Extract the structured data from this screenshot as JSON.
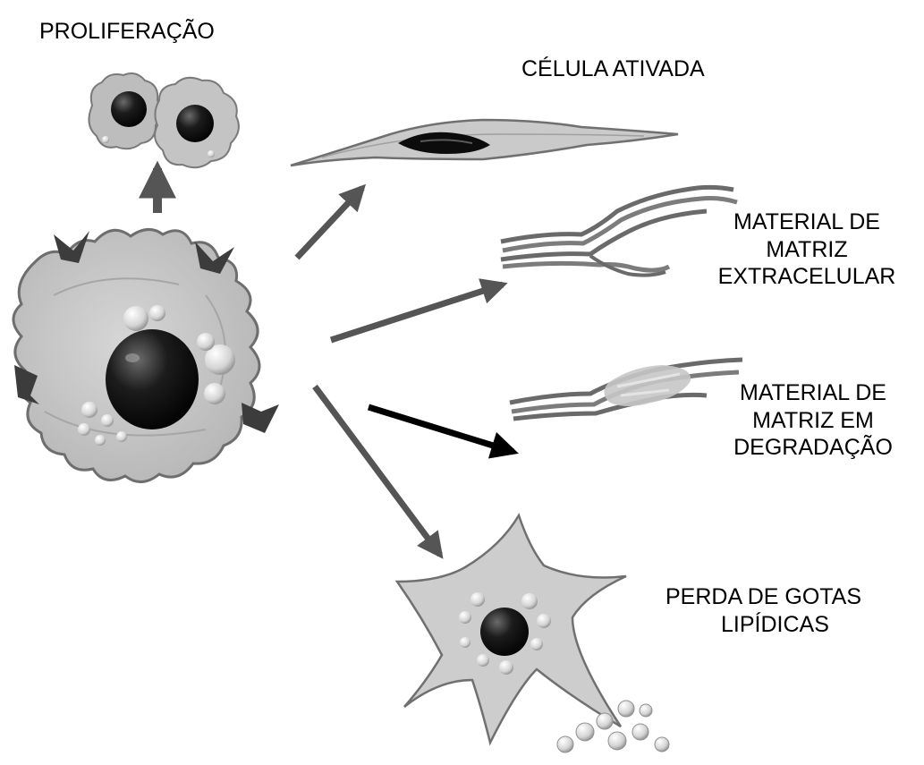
{
  "labels": {
    "proliferation": "PROLIFERAÇÃO",
    "activated_cell": "CÉLULA ATIVADA",
    "ecm_material": [
      "MATERIAL DE",
      "MATRIZ",
      "EXTRACELULAR"
    ],
    "degrading_matrix": [
      "MATERIAL DE",
      "MATRIZ EM",
      "DEGRADAÇÃO"
    ],
    "lipid_loss": [
      "PERDA DE GOTAS",
      "LIPÍDICAS"
    ]
  },
  "colors": {
    "cell_fill": "#c8c8c8",
    "cell_outline": "#6e6e6e",
    "nucleus": "#101010",
    "arrow_gray": "#555555",
    "arrow_black": "#000000",
    "fiber": "#707070",
    "droplet": "#e6e6e6"
  }
}
